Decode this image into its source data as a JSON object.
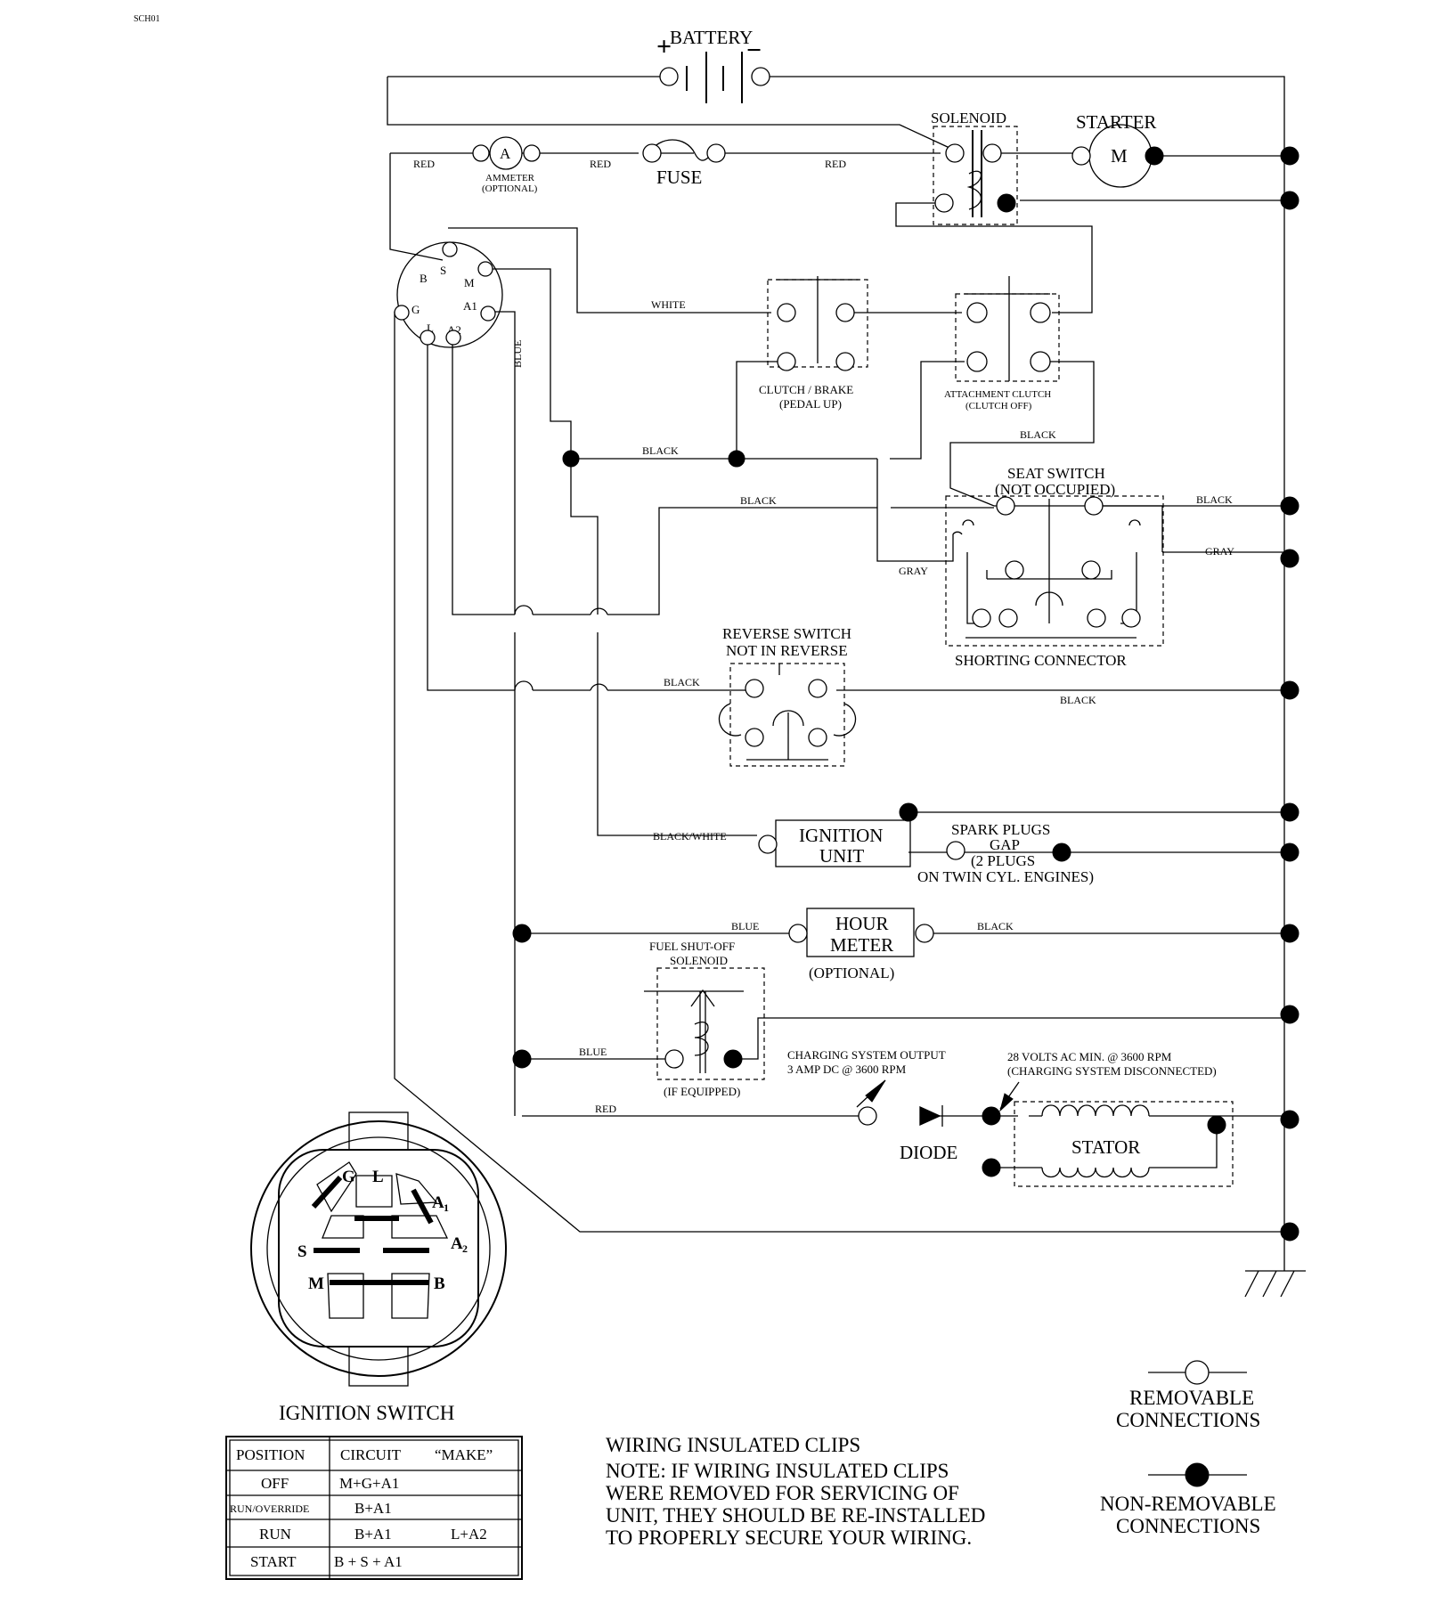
{
  "labels": {
    "battery": "BATTERY",
    "battery_plus": "+",
    "battery_minus": "−",
    "solenoid": "SOLENOID",
    "starter": "STARTER",
    "starter_motor": "M",
    "ammeter_symbol": "A",
    "ammeter": "AMMETER",
    "ammeter_optional": "(OPTIONAL)",
    "fuse": "FUSE",
    "clutch_brake": "CLUTCH / BRAKE",
    "pedal_up": "(PEDAL UP)",
    "attachment_clutch": "ATTACHMENT CLUTCH",
    "clutch_off": "(CLUTCH OFF)",
    "seat_switch": "SEAT SWITCH",
    "not_occupied": "(NOT OCCUPIED)",
    "shorting_connector": "SHORTING CONNECTOR",
    "reverse_switch": "REVERSE SWITCH",
    "not_in_reverse": "NOT IN REVERSE",
    "ignition_unit_1": "IGNITION",
    "ignition_unit_2": "UNIT",
    "spark_1": "SPARK PLUGS",
    "spark_2": "GAP",
    "spark_3": "(2 PLUGS",
    "spark_4": "ON TWIN CYL. ENGINES)",
    "hour_meter_1": "HOUR",
    "hour_meter_2": "METER",
    "hour_meter_optional": "(OPTIONAL)",
    "fuel_1": "FUEL SHUT-OFF",
    "fuel_2": "SOLENOID",
    "if_equipped": "(IF EQUIPPED)",
    "charging_1": "CHARGING SYSTEM OUTPUT",
    "charging_2": "3 AMP DC @ 3600 RPM",
    "volts_1": "28 VOLTS AC MIN. @ 3600 RPM",
    "volts_2": "(CHARGING SYSTEM DISCONNECTED)",
    "diode": "DIODE",
    "stator": "STATOR",
    "ignition_switch": "IGNITION SWITCH",
    "clips_title": "WIRING INSULATED CLIPS",
    "note_1": "NOTE:  IF WIRING INSULATED CLIPS",
    "note_2": "WERE REMOVED FOR SERVICING OF",
    "note_3": "UNIT, THEY SHOULD BE RE-INSTALLED",
    "note_4": "TO PROPERLY SECURE YOUR WIRING.",
    "removable_1": "REMOVABLE",
    "removable_2": "CONNECTIONS",
    "nonremovable_1": "NON-REMOVABLE",
    "nonremovable_2": "CONNECTIONS"
  },
  "terminals": {
    "B": "B",
    "S": "S",
    "M": "M",
    "G": "G",
    "A1": "A1",
    "L": "L",
    "A2": "A2"
  },
  "face": {
    "G": "G",
    "L": "L",
    "A": "A",
    "sub1": "1",
    "sub2": "2",
    "S": "S",
    "M": "M",
    "B": "B"
  },
  "wires": {
    "red1": "RED",
    "red2": "RED",
    "red3": "RED",
    "red4": "RED",
    "white": "WHITE",
    "blue_v": "BLUE",
    "blue_hm": "BLUE",
    "blue_fuel": "BLUE",
    "black1": "BLACK",
    "black2": "BLACK",
    "black3": "BLACK",
    "black4": "BLACK",
    "black5": "BLACK",
    "black6": "BLACK",
    "black7": "BLACK",
    "gray1": "GRAY",
    "gray2": "GRAY",
    "black_white": "BLACK/WHITE"
  },
  "table": {
    "headers": [
      "POSITION",
      "CIRCUIT",
      "“MAKE”"
    ],
    "rows": [
      {
        "position": "OFF",
        "circuit": "M+G+A1",
        "extra": ""
      },
      {
        "position": "RUN/OVERRIDE",
        "circuit": "B+A1",
        "extra": ""
      },
      {
        "position": "RUN",
        "circuit": "B+A1",
        "extra": "L+A2"
      },
      {
        "position": "START",
        "circuit": "B + S + A1",
        "extra": ""
      }
    ]
  },
  "corner_mark": "SCH01"
}
